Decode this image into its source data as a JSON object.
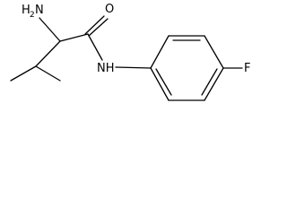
{
  "molecule": {
    "atom_labels": {
      "amine_h": "H",
      "amine_subscript": "2",
      "amine_n": "N",
      "carbonyl_o": "O",
      "amide_n": "NH",
      "fluorine": "F"
    },
    "colors": {
      "bonds": "#000000",
      "labels": "#000000",
      "background": "#ffffff"
    }
  }
}
